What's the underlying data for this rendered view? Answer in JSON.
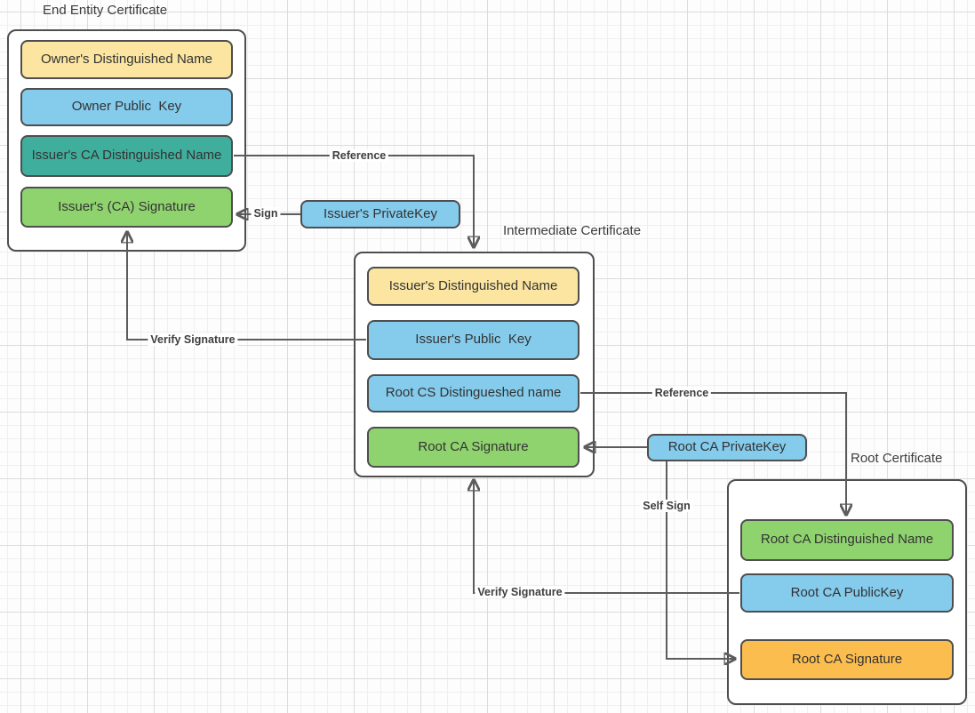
{
  "colors": {
    "node_yellow": "#fbe5a0",
    "node_blue": "#84cbec",
    "node_teal": "#3fae9c",
    "node_green": "#8fd36f",
    "node_orange": "#fcbd4f",
    "node_border": "#4e4e4e",
    "edge_line": "#5c5c5c",
    "grid_minor": "#efefef",
    "grid_major": "#dcdcdc"
  },
  "groups": {
    "end_entity": {
      "title": "End Entity Certificate",
      "fields": {
        "owner_dn": "Owner's Distinguished Name",
        "owner_public_key": "Owner Public  Key",
        "issuer_ca_dn": "Issuer's CA Distinguished Name",
        "issuer_ca_signature": "Issuer's (CA) Signature"
      }
    },
    "intermediate": {
      "title": "Intermediate Certificate",
      "fields": {
        "issuer_dn": "Issuer's Distinguished Name",
        "issuer_public_key": "Issuer's Public  Key",
        "root_cs_dn": "Root CS Distingueshed name",
        "root_ca_signature": "Root CA Signature"
      }
    },
    "root": {
      "title": "Root Certificate",
      "fields": {
        "root_ca_dn": "Root CA Distinguished Name",
        "root_ca_public_key": "Root CA PublicKey",
        "root_ca_signature": "Root CA Signature"
      }
    }
  },
  "keys": {
    "issuer_private_key": "Issuer's PrivateKey",
    "root_ca_private_key": "Root CA PrivateKey"
  },
  "edges": {
    "reference_end_to_intermediate": "Reference",
    "sign": "Sign",
    "verify_signature_intermediate": "Verify Signature",
    "reference_intermediate_to_root": "Reference",
    "self_sign": "Self Sign",
    "verify_signature_root": "Verify Signature"
  }
}
